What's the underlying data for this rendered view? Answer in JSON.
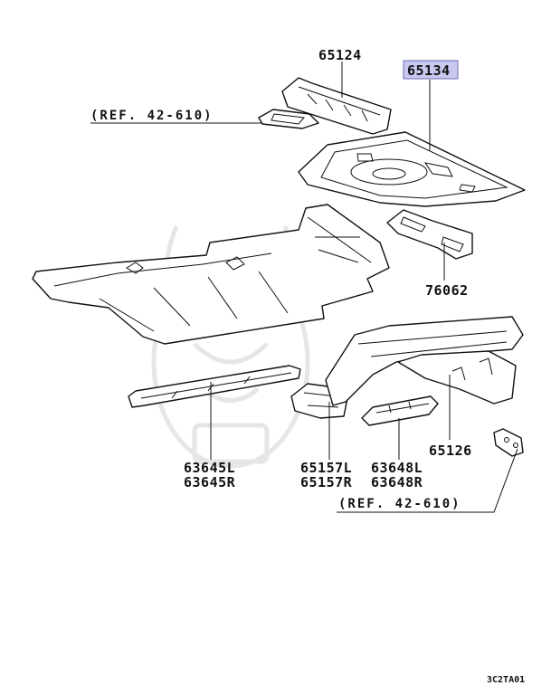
{
  "diagram": {
    "code": "3C2TA01",
    "highlight_color": "#c9c9f0",
    "parts": [
      {
        "id": "p65124",
        "label": "65124"
      },
      {
        "id": "p65134",
        "label": "65134",
        "highlighted": true
      },
      {
        "id": "p76062",
        "label": "76062"
      },
      {
        "id": "p63645",
        "label": "63645L",
        "label2": "63645R"
      },
      {
        "id": "p65157",
        "label": "65157L",
        "label2": "65157R"
      },
      {
        "id": "p63648",
        "label": "63648L",
        "label2": "63648R"
      },
      {
        "id": "p65126",
        "label": "65126"
      }
    ],
    "refs": [
      {
        "id": "ref1",
        "text": "(REF. 42-610)"
      },
      {
        "id": "ref2",
        "text": "(REF. 42-610)"
      }
    ]
  }
}
